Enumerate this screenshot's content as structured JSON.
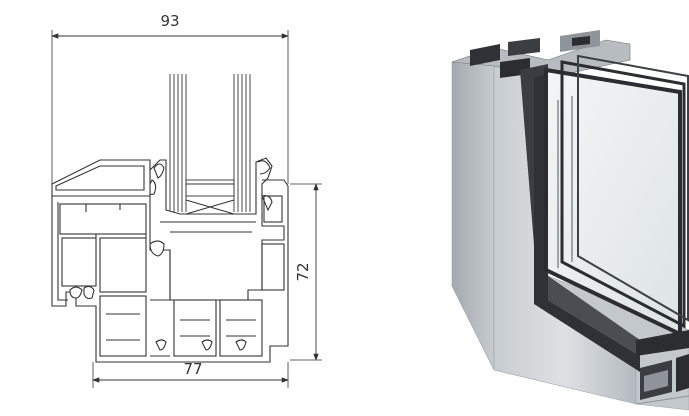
{
  "drawing": {
    "dim_top": "93",
    "dim_bottom": "77",
    "dim_right": "72"
  },
  "colors": {
    "line": "#333333",
    "section_fill": "#ffffff",
    "aluminium_light": "#d6dadd",
    "aluminium_mid": "#b9bec3",
    "aluminium_dark": "#8e949a",
    "profile_black": "#2b2d30",
    "glass_tint": "#e8ecec"
  },
  "icons": {
    "arrow": "dimension-arrow-icon"
  }
}
